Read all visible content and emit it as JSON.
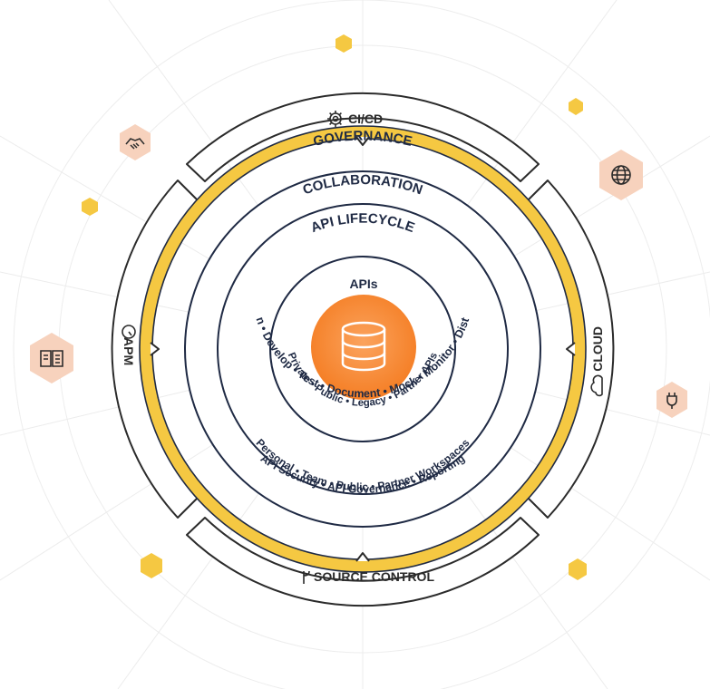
{
  "outer_ring": {
    "top_label": "CI/CD",
    "right_label": "CLOUD",
    "bottom_label": "SOURCE CONTROL",
    "left_label": "APM"
  },
  "governance": {
    "title": "GOVERNANCE",
    "items": [
      "API Security",
      "API Governance",
      "Reporting"
    ]
  },
  "collaboration": {
    "title": "COLLABORATION",
    "items": [
      "Personal",
      "Team",
      "Public",
      "Partner Workspaces"
    ]
  },
  "lifecycle": {
    "title": "API LIFECYCLE",
    "items": [
      "Design",
      "Develop",
      "Test",
      "Document",
      "Mock",
      "Monitor",
      "Distribute"
    ]
  },
  "apis": {
    "title": "APIs",
    "items": [
      "Private",
      "Public",
      "Legacy",
      "Partner APIs"
    ]
  },
  "icons": {
    "outer_ring": [
      "gear-icon",
      "cloud-icon",
      "branch-icon",
      "dashboard-icon"
    ],
    "satellites": [
      "handshake-icon",
      "globe-icon",
      "book-icon",
      "plug-icon",
      "database-icon"
    ]
  },
  "colors": {
    "navy": "#1f2a44",
    "gold": "#f5c842",
    "peach": "#f7d2bd",
    "orange": "#f47b20",
    "orange_light": "#fba35d"
  }
}
